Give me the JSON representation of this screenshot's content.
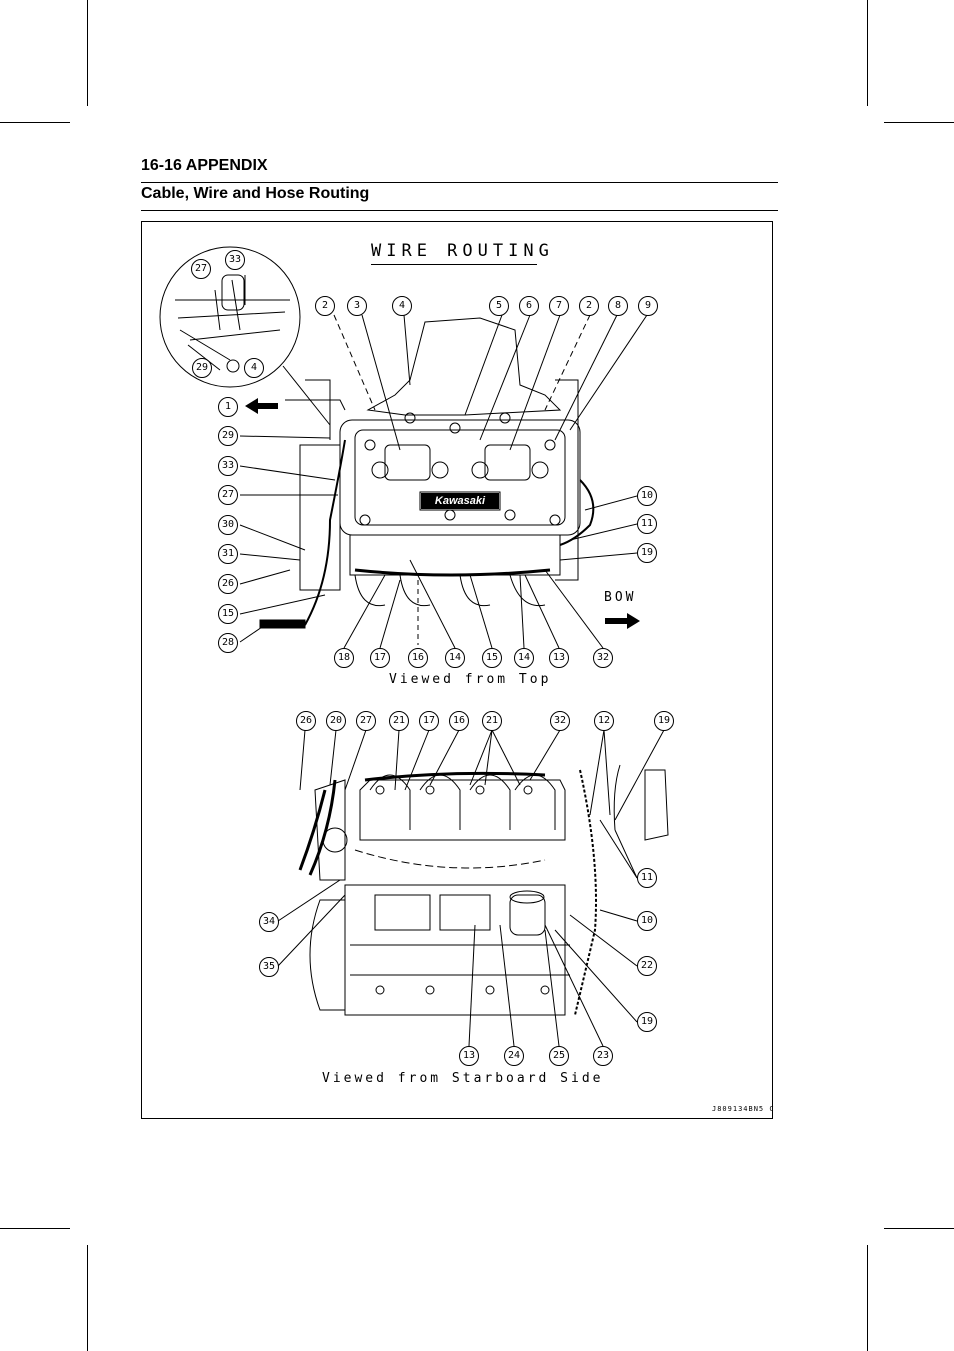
{
  "header": {
    "title": "16-16 APPENDIX",
    "subtitle": "Cable, Wire and Hose Routing"
  },
  "figure": {
    "title": "WIRE ROUTING",
    "top_view_caption": "Viewed from Top",
    "side_view_caption": "Viewed from Starboard Side",
    "direction_label": "BOW",
    "figure_code": "J809134BN5 C",
    "brand_mark": "Kawasaki",
    "detail_callouts": [
      "27",
      "33",
      "29",
      "4"
    ],
    "top_callouts_row": [
      "2",
      "3",
      "4",
      "5",
      "6",
      "7",
      "2",
      "8",
      "9"
    ],
    "top_left_callouts": [
      "1",
      "29",
      "33",
      "27",
      "30",
      "31",
      "26",
      "15",
      "28"
    ],
    "top_right_callouts": [
      "10",
      "11",
      "19"
    ],
    "top_bottom_callouts": [
      "18",
      "17",
      "16",
      "14",
      "15",
      "14",
      "13",
      "32"
    ],
    "side_top_callouts": [
      "26",
      "20",
      "27",
      "21",
      "17",
      "16",
      "21",
      "32",
      "12",
      "19"
    ],
    "side_right_callouts": [
      "11",
      "10",
      "22",
      "19"
    ],
    "side_left_callouts": [
      "34",
      "35"
    ],
    "side_bottom_callouts": [
      "13",
      "24",
      "25",
      "23"
    ]
  }
}
